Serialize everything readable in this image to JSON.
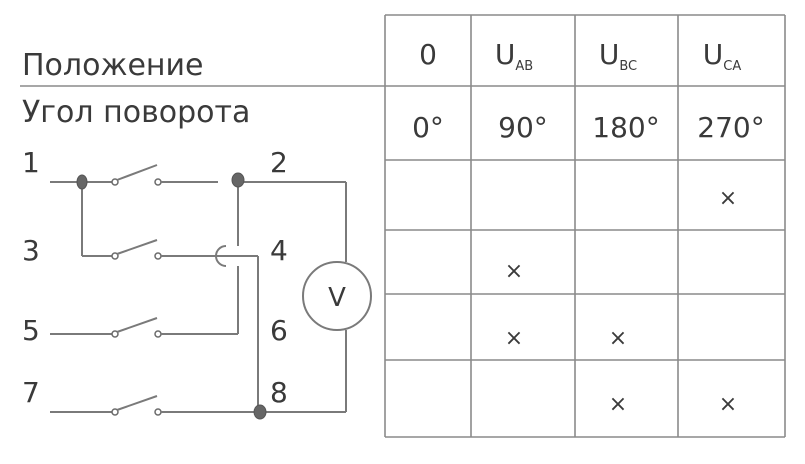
{
  "labels": {
    "position": "Положение",
    "rotation_angle": "Угол поворота"
  },
  "terminals": [
    "1",
    "2",
    "3",
    "4",
    "5",
    "6",
    "7",
    "8"
  ],
  "meter": {
    "symbol": "V"
  },
  "table": {
    "headers": [
      {
        "main": "0",
        "sub": ""
      },
      {
        "main": "U",
        "sub": "AB"
      },
      {
        "main": "U",
        "sub": "BC"
      },
      {
        "main": "U",
        "sub": "CA"
      }
    ],
    "angles": [
      "0°",
      "90°",
      "180°",
      "270°"
    ],
    "mark_symbol": "×",
    "rows": [
      [
        false,
        false,
        false,
        true
      ],
      [
        false,
        true,
        false,
        false
      ],
      [
        false,
        true,
        true,
        false
      ],
      [
        false,
        false,
        true,
        true
      ]
    ]
  },
  "colors": {
    "wire": "#7a7a7a",
    "junction": "#666666",
    "text": "#3a3a3a"
  }
}
